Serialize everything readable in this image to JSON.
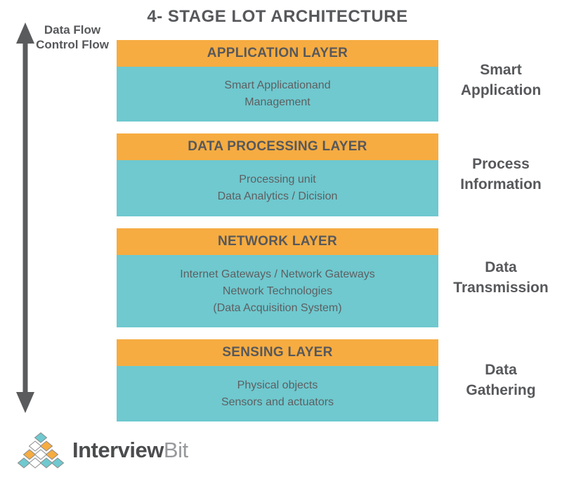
{
  "title": "4- STAGE LOT ARCHITECTURE",
  "flow_label": {
    "line1": "Data Flow",
    "line2": "Control Flow"
  },
  "layers": [
    {
      "header": "APPLICATION LAYER",
      "body_lines": [
        "Smart Applicationand",
        "Management"
      ],
      "side_label": "Smart\nApplication"
    },
    {
      "header": "DATA PROCESSING LAYER",
      "body_lines": [
        "Processing unit",
        "Data Analytics / Dicision"
      ],
      "side_label": "Process\nInformation"
    },
    {
      "header": "NETWORK LAYER",
      "body_lines": [
        "Internet Gateways / Network Gateways",
        "Network Technologies",
        "(Data Acquisition System)"
      ],
      "side_label": "Data\nTransmission"
    },
    {
      "header": "SENSING LAYER",
      "body_lines": [
        "Physical objects",
        "Sensors and actuators"
      ],
      "side_label": "Data\nGathering"
    }
  ],
  "logo": {
    "part1": "Interview",
    "part2": "Bit"
  },
  "colors": {
    "header_orange": "#F6AC41",
    "body_teal": "#6FC9CF",
    "text_dark": "#57585B",
    "text_body": "#5E5F61",
    "arrow_gray": "#5A5B5D",
    "logo_teal": "#6FC9CF",
    "logo_orange": "#F6AC41",
    "logo_text_dark": "#4B4C4E",
    "logo_text_light": "#97999C"
  }
}
